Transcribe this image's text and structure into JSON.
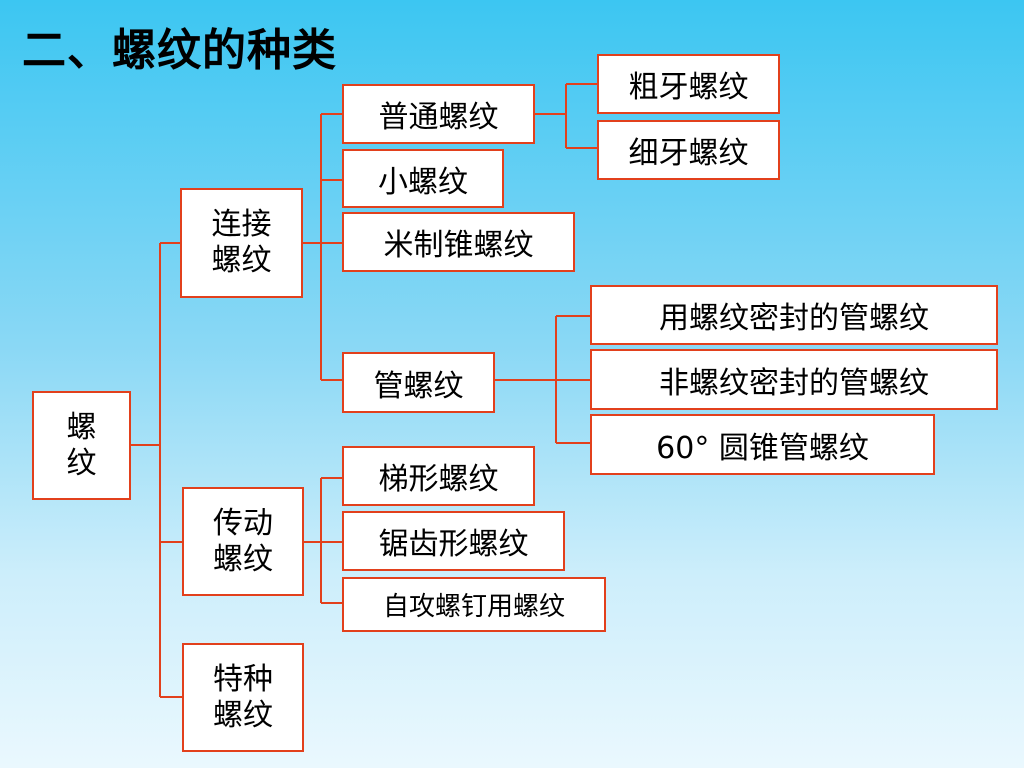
{
  "title": "二、螺纹的种类",
  "diagram": {
    "root": "螺纹",
    "categories": {
      "connection": "连接螺纹",
      "transmission": "传动螺纹",
      "special": "特种螺纹"
    },
    "connection_children": {
      "ordinary": "普通螺纹",
      "small": "小螺纹",
      "metric_taper": "米制锥螺纹",
      "pipe": "管螺纹"
    },
    "ordinary_children": {
      "coarse": "粗牙螺纹",
      "fine": "细牙螺纹"
    },
    "pipe_children": {
      "sealed": "用螺纹密封的管螺纹",
      "unsealed": "非螺纹密封的管螺纹",
      "taper60": "60° 圆锥管螺纹"
    },
    "transmission_children": {
      "trapezoid": "梯形螺纹",
      "sawtooth": "锯齿形螺纹",
      "tapping": "自攻螺钉用螺纹"
    }
  },
  "colors": {
    "line": "#e2401c",
    "box_border": "#e2401c",
    "box_fill": "#ffffff"
  }
}
